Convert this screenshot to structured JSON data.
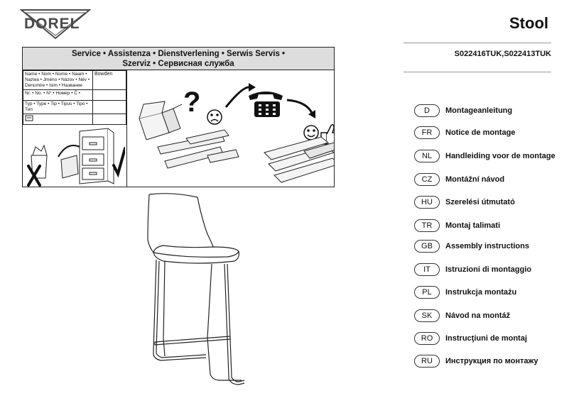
{
  "brand": {
    "name": "DOREL"
  },
  "header": {
    "title": "Stool",
    "product_codes": "S022416TUK,S022413TUK"
  },
  "service": {
    "heading_line1": "Service • Assistenza • Dienstverlening • Serwis Servis •",
    "heading_line2": "Szerviz • Сервисная служба",
    "name_label": "Name • Nom • Nome • Naam • Nazwa • Jméno • Názov • Név • Denumire • Isim • Название",
    "name_value": "Bowden",
    "number_label": "Nr. • No. • N° • Номер • Č •",
    "type_label": "Typ • Type • Tip • Tipus • Tipo • Тип",
    "type_value": "",
    "icons": [
      "receipt-icon",
      "question-mark-icon",
      "sad-face-icon",
      "telephone-icon",
      "happy-face-icon",
      "thumbs-up-icon",
      "check-mark-icon",
      "cross-mark-icon",
      "filing-cabinet-icon"
    ]
  },
  "languages": [
    {
      "code": "D",
      "label": "Montageanleitung"
    },
    {
      "code": "FR",
      "label": "Notice de montage"
    },
    {
      "code": "NL",
      "label": "Handleiding voor de montage"
    },
    {
      "code": "CZ",
      "label": "Montážní návod"
    },
    {
      "code": "HU",
      "label": "Szerelési útmutató"
    },
    {
      "code": "TR",
      "label": "Montaj talimati"
    },
    {
      "code": "GB",
      "label": "Assembly instructions"
    },
    {
      "code": "IT",
      "label": "Istruzioni di montaggio"
    },
    {
      "code": "PL",
      "label": "Instrukcja montażu"
    },
    {
      "code": "SK",
      "label": "Návod na montáž"
    },
    {
      "code": "RO",
      "label": "Instrucţiuni de montaj"
    },
    {
      "code": "RU",
      "label": "Инструкция по монтажу"
    }
  ],
  "colors": {
    "header_bg": "#dddddd",
    "line": "#222222",
    "brand_gray": "#4a4a4a"
  }
}
